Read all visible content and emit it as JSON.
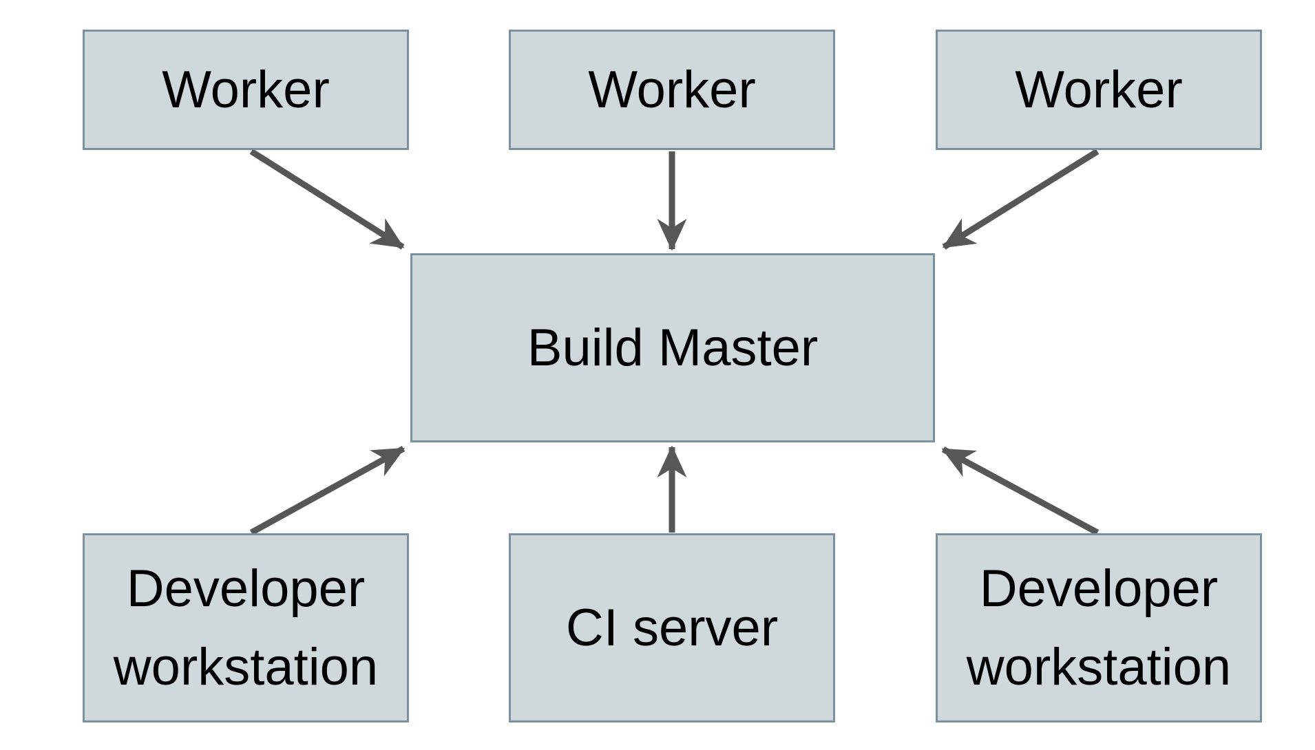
{
  "diagram": {
    "nodes": [
      {
        "id": "worker-1",
        "label": "Worker"
      },
      {
        "id": "worker-2",
        "label": "Worker"
      },
      {
        "id": "worker-3",
        "label": "Worker"
      },
      {
        "id": "build-master",
        "label": "Build Master"
      },
      {
        "id": "dev-workstation-left",
        "label": "Developer workstation"
      },
      {
        "id": "ci-server",
        "label": "CI server"
      },
      {
        "id": "dev-workstation-right",
        "label": "Developer workstation"
      }
    ],
    "edges": [
      {
        "from": "worker-1",
        "to": "build-master"
      },
      {
        "from": "worker-2",
        "to": "build-master"
      },
      {
        "from": "worker-3",
        "to": "build-master"
      },
      {
        "from": "dev-workstation-left",
        "to": "build-master"
      },
      {
        "from": "ci-server",
        "to": "build-master"
      },
      {
        "from": "dev-workstation-right",
        "to": "build-master"
      }
    ],
    "colors": {
      "background": "#ffffff",
      "node_fill": "#cfd8da",
      "node_border": "#7b919d",
      "arrow": "#575757",
      "text": "#000000"
    }
  }
}
